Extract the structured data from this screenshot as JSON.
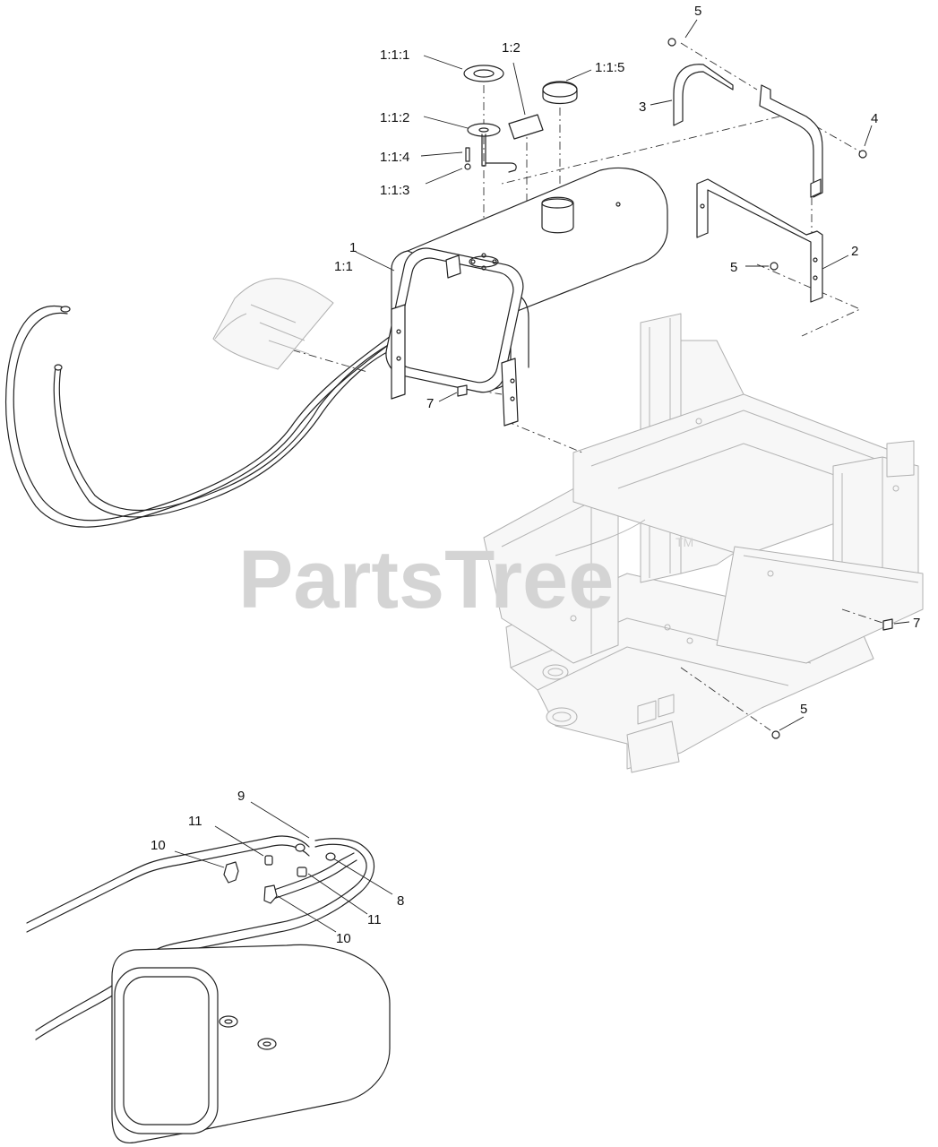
{
  "watermark": {
    "text": "PartsTree",
    "trademark": "TM"
  },
  "callouts": [
    {
      "id": "c-1-1-1",
      "label": "1:1:1"
    },
    {
      "id": "c-1-2",
      "label": "1:2"
    },
    {
      "id": "c-1-1-5",
      "label": "1:1:5"
    },
    {
      "id": "c-1-1-2",
      "label": "1:1:2"
    },
    {
      "id": "c-1-1-4",
      "label": "1:1:4"
    },
    {
      "id": "c-1-1-3",
      "label": "1:1:3"
    },
    {
      "id": "c-1",
      "label": "1"
    },
    {
      "id": "c-1-1",
      "label": "1:1"
    },
    {
      "id": "c-5-top",
      "label": "5"
    },
    {
      "id": "c-3",
      "label": "3"
    },
    {
      "id": "c-4",
      "label": "4"
    },
    {
      "id": "c-2",
      "label": "2"
    },
    {
      "id": "c-5-mid",
      "label": "5"
    },
    {
      "id": "c-7-left",
      "label": "7"
    },
    {
      "id": "c-7-right",
      "label": "7"
    },
    {
      "id": "c-5-bottom",
      "label": "5"
    },
    {
      "id": "c-9",
      "label": "9"
    },
    {
      "id": "c-11-top",
      "label": "11"
    },
    {
      "id": "c-10-left",
      "label": "10"
    },
    {
      "id": "c-8",
      "label": "8"
    },
    {
      "id": "c-11-bottom",
      "label": "11"
    },
    {
      "id": "c-10-bottom",
      "label": "10"
    }
  ]
}
